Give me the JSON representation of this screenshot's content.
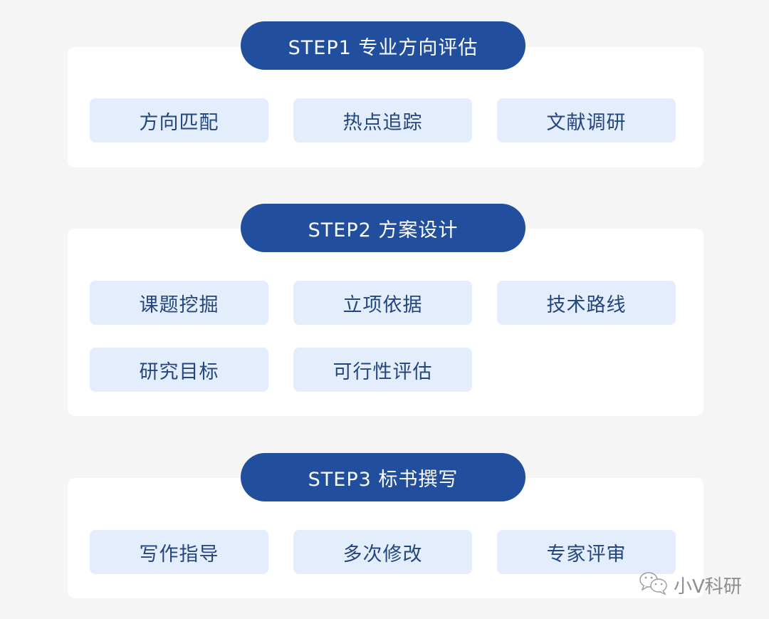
{
  "steps": [
    {
      "title": "STEP1  专业方向评估",
      "items": [
        "方向匹配",
        "热点追踪",
        "文献调研"
      ]
    },
    {
      "title": "STEP2  方案设计",
      "items": [
        "课题挖掘",
        "立项依据",
        "技术路线",
        "研究目标",
        "可行性评估"
      ]
    },
    {
      "title": "STEP3  标书撰写",
      "items": [
        "写作指导",
        "多次修改",
        "专家评审"
      ]
    }
  ],
  "watermark": {
    "icon": "wechat-icon",
    "text": "小V科研"
  },
  "colors": {
    "pill": "#214f9e",
    "chip_bg": "#e3edfb",
    "chip_text": "#24467f",
    "card_bg": "#ffffff",
    "page_bg": "#f5f5f6"
  }
}
